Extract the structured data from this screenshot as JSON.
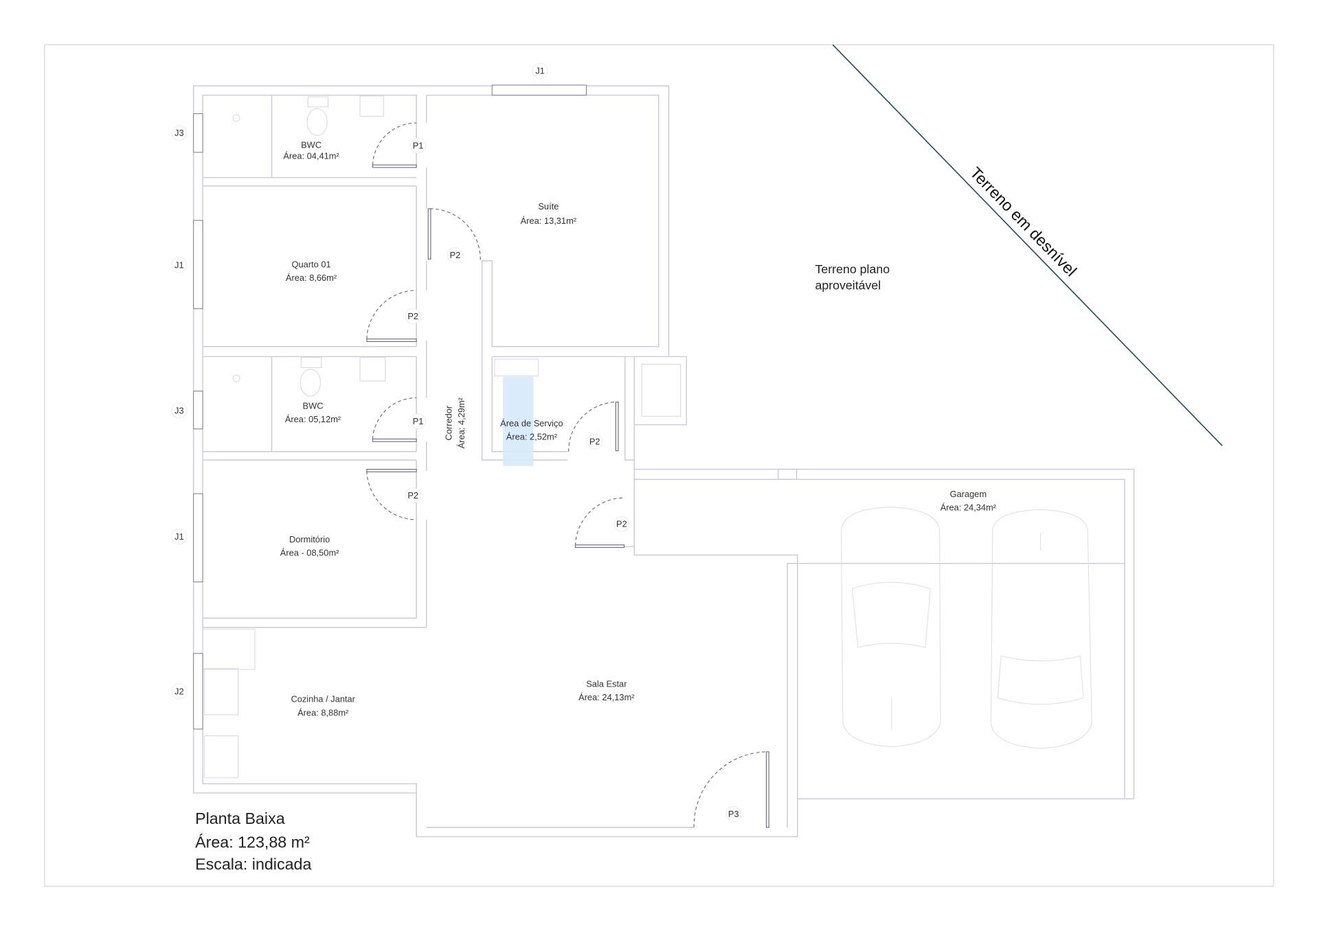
{
  "title_block": {
    "title": "Planta Baixa",
    "area": "Área: 123,88 m²",
    "scale": "Escala: indicada"
  },
  "terrain": {
    "flat_line1": "Terreno plano",
    "flat_line2": "aproveitável",
    "slope": "Terreno em desnível",
    "slope_line_color": "#1e4d55"
  },
  "rooms": [
    {
      "name": "BWC",
      "area": "Área: 04,41m²"
    },
    {
      "name": "Suíte",
      "area": "Área: 13,31m²"
    },
    {
      "name": "Quarto 01",
      "area": "Área: 8,66m²"
    },
    {
      "name": "BWC",
      "area": "Área: 05,12m²"
    },
    {
      "name": "Corredor",
      "area": "Área: 4,29m²"
    },
    {
      "name": "Área de Serviço",
      "area": "Área: 2,52m²"
    },
    {
      "name": "Dormitório",
      "area": "Área - 08,50m²"
    },
    {
      "name": "Cozinha / Jantar",
      "area": "Área: 8,88m²"
    },
    {
      "name": "Sala Estar",
      "area": "Área: 24,13m²"
    },
    {
      "name": "Garagem",
      "area": "Área: 24,34m²"
    }
  ],
  "windows": [
    "J1",
    "J3",
    "J1",
    "J3",
    "J1",
    "J2"
  ],
  "doors": [
    "P1",
    "P2",
    "P2",
    "P1",
    "P2",
    "P2",
    "P2",
    "P3"
  ]
}
